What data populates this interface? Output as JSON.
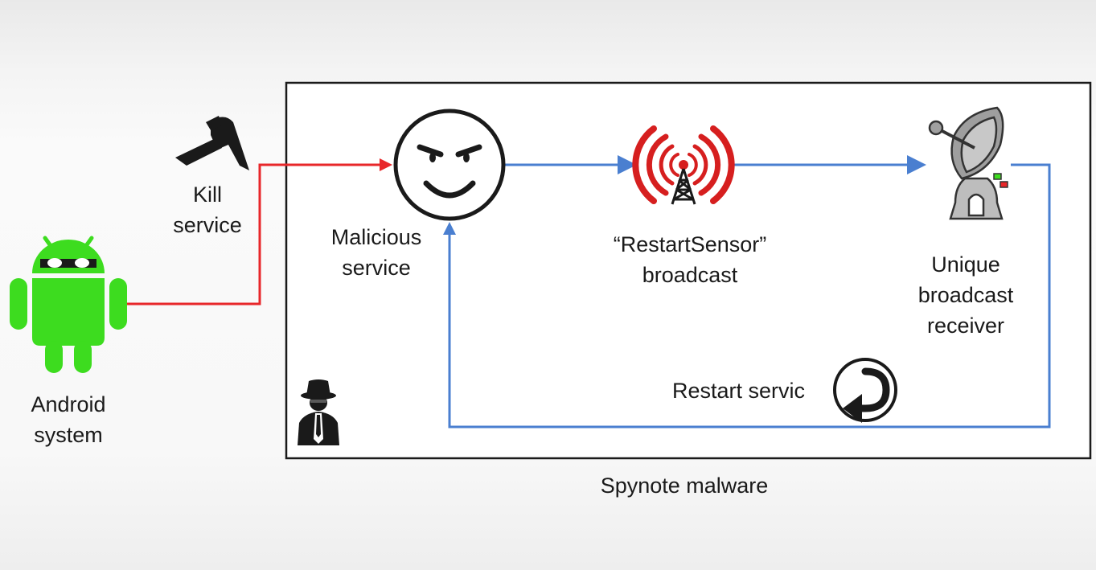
{
  "nodes": {
    "android": {
      "label_line1": "Android",
      "label_line2": "system",
      "icon": "android-robot-icon",
      "color": "#3ddc1f"
    },
    "kill": {
      "label_line1": "Kill",
      "label_line2": "service",
      "icon": "knife-icon"
    },
    "malicious": {
      "label_line1": "Malicious",
      "label_line2": "service",
      "icon": "evil-smiley-icon"
    },
    "broadcast": {
      "label_line1": "“RestartSensor”",
      "label_line2": "broadcast",
      "icon": "broadcast-tower-icon",
      "color": "#d61f1f"
    },
    "receiver": {
      "label_line1": "Unique",
      "label_line2": "broadcast",
      "label_line3": "receiver",
      "icon": "satellite-dish-icon"
    },
    "restart": {
      "label": "Restart servic",
      "icon": "restart-arrow-icon"
    },
    "spy": {
      "icon": "spy-agent-icon"
    }
  },
  "container": {
    "caption": "Spynote malware"
  },
  "colors": {
    "kill_arrow": "#e8272a",
    "flow_arrow": "#4a7fd0"
  }
}
